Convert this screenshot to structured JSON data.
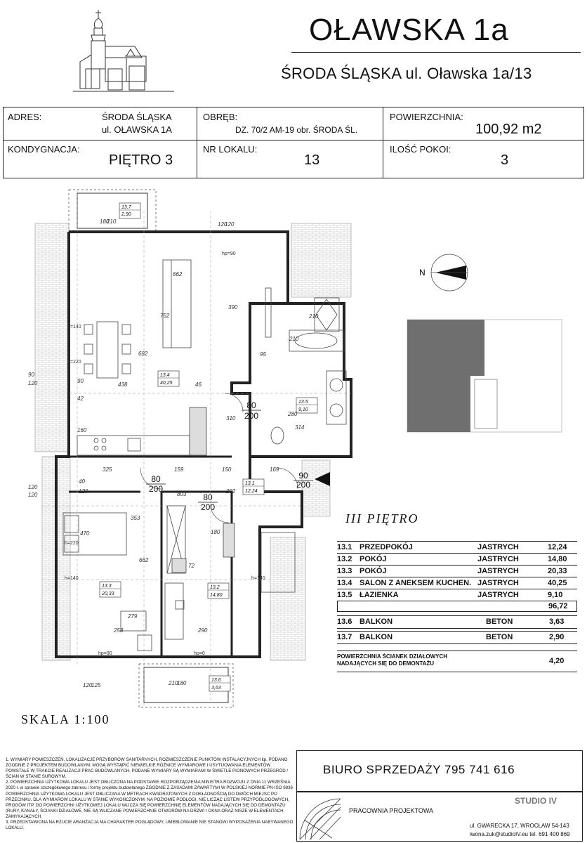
{
  "header": {
    "title": "OŁAWSKA 1a",
    "subtitle": "ŚRODA ŚLĄSKA ul. Oławska 1a/13"
  },
  "info": {
    "adres_label": "ADRES:",
    "adres_line1": "ŚRODA ŚLĄSKA",
    "adres_line2": "ul. OŁAWSKA 1A",
    "obreb_label": "OBRĘB:",
    "obreb_value": "DZ. 70/2  AM-19 obr. ŚRODA ŚL.",
    "powierzchnia_label": "POWIERZCHNIA:",
    "powierzchnia_value": "100,92  m2",
    "kondygnacja_label": "KONDYGNACJA:",
    "kondygnacja_value": "PIĘTRO 3",
    "nr_lokalu_label": "NR LOKALU:",
    "nr_lokalu_value": "13",
    "pokoi_label": "ILOŚĆ POKOI:",
    "pokoi_value": "3"
  },
  "plan": {
    "floor_name": "III  PIĘTRO",
    "scale": "SKALA  1:100",
    "compass": "N",
    "room_tags": [
      {
        "id": "13.7",
        "area": "2,90"
      },
      {
        "id": "13.4",
        "area": "40,25"
      },
      {
        "id": "13.5",
        "area": "9,10"
      },
      {
        "id": "13.1",
        "area": "12,24"
      },
      {
        "id": "13.3",
        "area": "20,33"
      },
      {
        "id": "13.2",
        "area": "14,80"
      },
      {
        "id": "13.6",
        "area": "3,63"
      }
    ],
    "doors": [
      {
        "w": "80",
        "h": "200"
      },
      {
        "w": "80",
        "h": "200"
      },
      {
        "w": "90",
        "h": "200"
      },
      {
        "w": "80",
        "h": "200"
      }
    ],
    "dims": {
      "d662a": "662",
      "d752": "752",
      "d390": "390",
      "d682": "682",
      "d438": "438",
      "d46": "46",
      "d95": "95",
      "d90a": "90",
      "d42": "42",
      "d160": "160",
      "d310": "310",
      "d280": "280",
      "d314": "314",
      "d210a": "210",
      "d210b": "210",
      "d180a": "180",
      "d210c": "210",
      "d120a": "120",
      "d120b": "120",
      "d90b": "90",
      "d120c": "120",
      "d120d": "120",
      "d120e": "120",
      "d325": "325",
      "d159": "159",
      "d150": "150",
      "d169": "169",
      "d803": "803",
      "d202": "202",
      "d40": "40",
      "d120f": "120",
      "d470": "470",
      "d353": "353",
      "d662b": "662",
      "d180b": "180",
      "d72": "72",
      "d279": "279",
      "d258": "258",
      "d290": "290",
      "d210d": "210",
      "d180c": "180",
      "d120g": "120",
      "d125": "125"
    },
    "heights": {
      "hp90a": "hp=90",
      "hp90b": "hp=90",
      "hp0": "hp=0",
      "h140a": "h=140",
      "h220a": "h=220",
      "h220b": "h=220",
      "h140b": "h=140",
      "h140c": "h=140"
    }
  },
  "legend": {
    "rooms": [
      {
        "no": "13.1",
        "name": "PRZEDPOKÓJ",
        "floor": "JASTRYCH",
        "area": "12,24"
      },
      {
        "no": "13.2",
        "name": "POKÓJ",
        "floor": "JASTRYCH",
        "area": "14,80"
      },
      {
        "no": "13.3",
        "name": "POKÓJ",
        "floor": "JASTRYCH",
        "area": "20,33"
      },
      {
        "no": "13.4",
        "name": "SALON Z ANEKSEM KUCHEN.",
        "floor": "JASTRYCH",
        "area": "40,25"
      },
      {
        "no": "13.5",
        "name": "ŁAZIENKA",
        "floor": "JASTRYCH",
        "area": "9,10"
      }
    ],
    "total": "96,72",
    "balconies": [
      {
        "no": "13.6",
        "name": "BALKON",
        "floor": "BETON",
        "area": "3,63"
      },
      {
        "no": "13.7",
        "name": "BALKON",
        "floor": "BETON",
        "area": "2,90"
      }
    ],
    "partition_line1": "POWIERZCHNIA ŚCIANEK DZIAŁOWYCH",
    "partition_line2": "NADAJĄCYCH SIĘ DO DEMONTAŻU",
    "partition_area": "4,20"
  },
  "notes": {
    "n1": "1. WYMIARY POMIESZCZEŃ, LOKALIZACJE PRZYBORÓW SANITARNYCH, ROZMIESZCZENIE PUNKTÓW INSTALACYJNYCH itp. PODANO ZGODNIE Z PROJEKTEM BUDOWLANYM. MOGĄ WYSTĄPIĆ NIEWIELKIE RÓŻNICE WYMIAROWE I USYTUOWANIA ELEMENTÓW POWSTAŁE W TRAKCIE REALIZACJI PRAC BUDOWLANYCH. PODANE WYMIARY SĄ WYMIARAMI W ŚWIETLE PIONOWYCH PRZEGRÓD / ŚCIAN W STANIE SUROWYM.",
    "n2": "2. POWIERZCHNIA UŻYTKOWA LOKALU JEST OBLICZONA NA PODSTAWIE ROZPORZĄDZENIA MINISTRA ROZWOJU Z DNIA 11  WRZEŚNIA 2020 r. w sprawie szczegółowego zakresu i formy projektu budowlanego ZGODNIE Z ZASADAMI ZAWARTYMI W POLSKIEJ NORMIE PN-ISO 9836 POWIERZCHNIA UŻYTKOWA LOKALU JEST OBLICZANA W METRACH KWADRATOWYCH Z DOKŁADNOŚCIĄ DO DWÓCH MIEJSC PO PRZECINKU, DLA WYMIARÓW LOKALU W STANIE WYKOŃCZONYM. NA POZIOMIE PODŁOGI, NIE LICZĄC LISTEW PRZYPODŁOGOWYCH, PROGÓW ITP. DO POWIERZCHNI UŻYTKOWEJ LOKALU WLICZA SIĘ POWIERZCHNIĘ ELEMENTÓW NADAJĄCYCH SIĘ DO DEMONTAŻU (RURY, KANAŁY, ŚCIANKI DZIAŁOWE, NIE SĄ WLICZANE POWIERZCHNIE OTWORÓW NA DRZWI I OKNA ORAZ NISZE W ELEMENTACH ZAMYKAJĄCYCH.",
    "n3": "3. PRZEDSTAWIONA NA RZUCIE ARANŻACJA MA CHARAKTER POGLĄDOWY, UMEBLOWANIE NIE STANOWI WYPOSAŻENIA NABYWANEGO LOKALU."
  },
  "sales": {
    "text": "BIURO SPRZEDAŻY   795 741 616"
  },
  "studio": {
    "label": "PRACOWNIA PROJEKTOWA",
    "name": "STUDIO IV",
    "address": "ul. GWARECKA 17, WROCŁAW 54-143",
    "contact": "iwona.zuk@studioIV.eu  tel. 691 400 869"
  }
}
